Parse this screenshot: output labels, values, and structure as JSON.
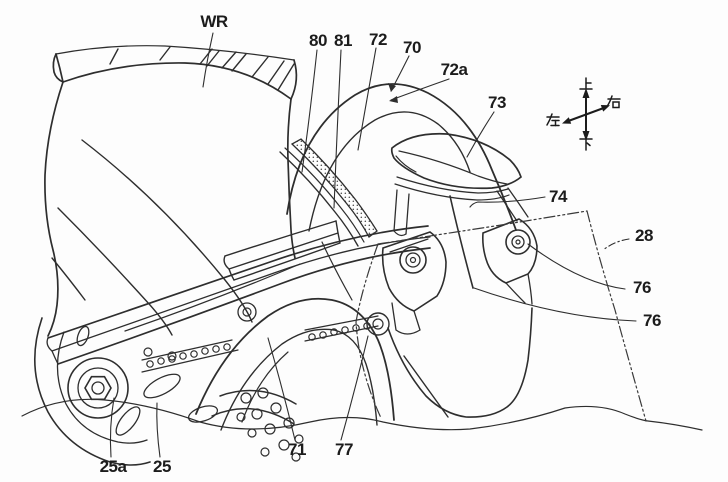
{
  "figure": {
    "background_color": "#fdfdfd",
    "line_color": "#2e2e2e",
    "kind": "patent line drawing"
  },
  "labels": [
    {
      "id": "wr",
      "text": "WR"
    },
    {
      "id": "80",
      "text": "80"
    },
    {
      "id": "81",
      "text": "81"
    },
    {
      "id": "72",
      "text": "72"
    },
    {
      "id": "70",
      "text": "70"
    },
    {
      "id": "72a",
      "text": "72a"
    },
    {
      "id": "73",
      "text": "73"
    },
    {
      "id": "74",
      "text": "74"
    },
    {
      "id": "28",
      "text": "28"
    },
    {
      "id": "76u",
      "text": "76"
    },
    {
      "id": "76l",
      "text": "76"
    },
    {
      "id": "71",
      "text": "71"
    },
    {
      "id": "77",
      "text": "77"
    },
    {
      "id": "25a",
      "text": "25a"
    },
    {
      "id": "25",
      "text": "25"
    }
  ],
  "compass": {
    "up": "上",
    "down": "下",
    "left": "左",
    "right": "右"
  }
}
